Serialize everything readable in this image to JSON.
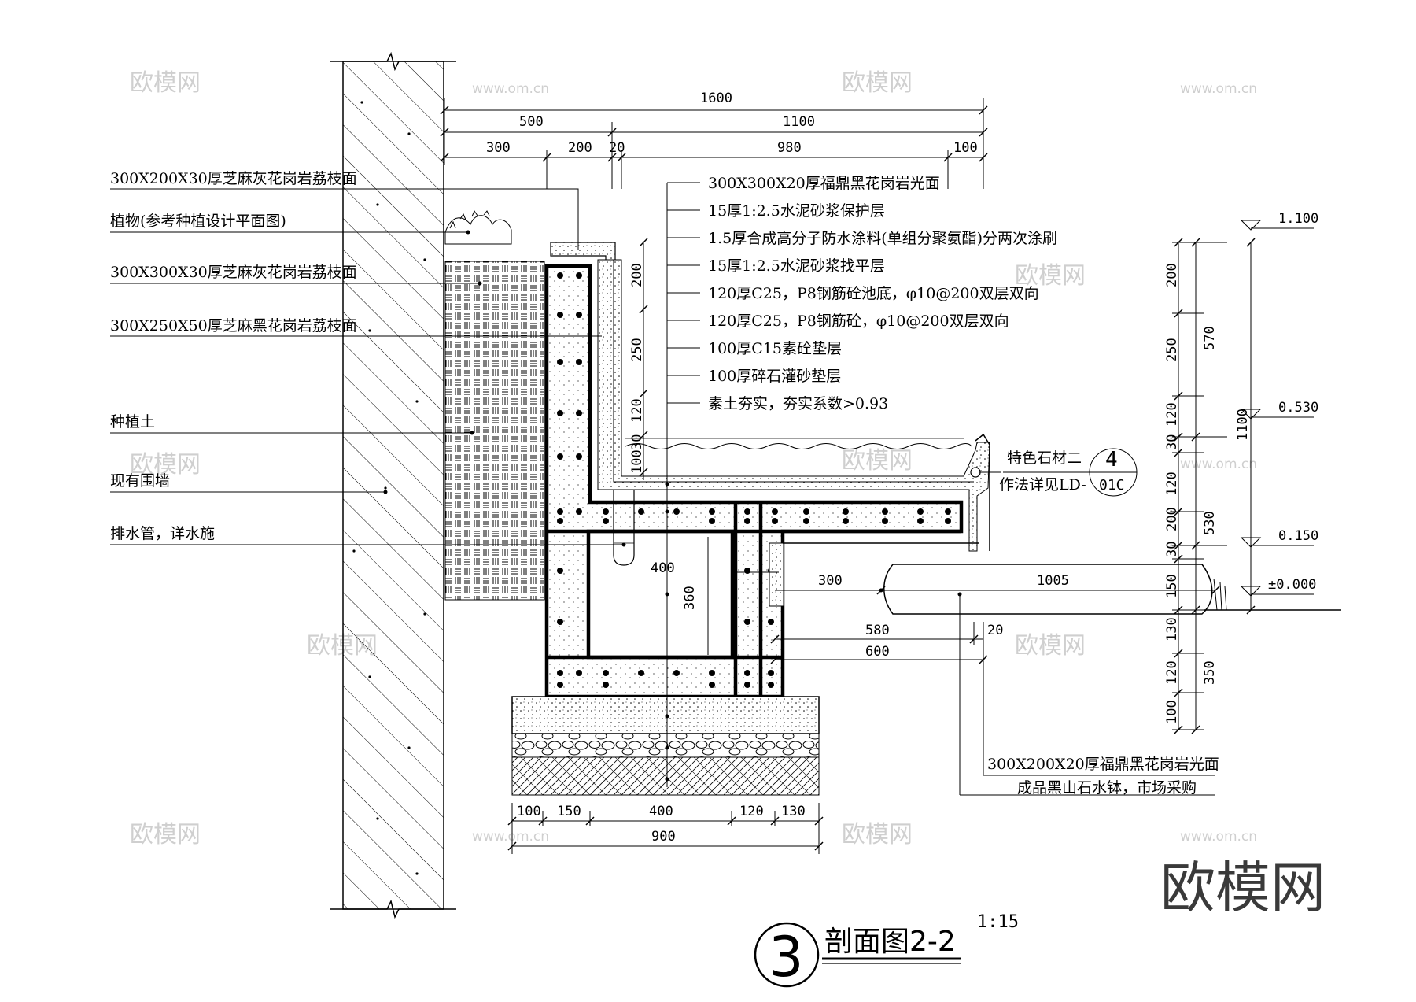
{
  "title": {
    "number": "3",
    "text": "剖面图2-2",
    "scale": "1:15"
  },
  "left_labels": [
    "300X200X30厚芝麻灰花岗岩荔枝面",
    "植物(参考种植设计平面图)",
    "300X300X30厚芝麻灰花岗岩荔枝面",
    "300X250X50厚芝麻黑花岗岩荔枝面",
    "种植土",
    "现有围墙",
    "排水管，详水施"
  ],
  "layer_labels": [
    "300X300X20厚福鼎黑花岗岩光面",
    "15厚1:2.5水泥砂浆保护层",
    "1.5厚合成高分子防水涂料(单组分聚氨酯)分两次涂刷",
    "15厚1:2.5水泥砂浆找平层",
    "120厚C25，P8钢筋砼池底，φ10@200双层双向",
    "120厚C25，P8钢筋砼，φ10@200双层双向",
    "100厚C15素砼垫层",
    "100厚碎石灌砂垫层",
    "素土夯实，夯实系数>0.93"
  ],
  "right_labels": {
    "stone_line1": "特色石材二",
    "stone_line2": "作法详见LD-",
    "detail_no": "4",
    "detail_sheet": "01C",
    "bottom1": "300X200X20厚福鼎黑花岗岩光面",
    "bottom2": "成品黑山石水钵，市场采购"
  },
  "dimensions_top": {
    "total": "1600",
    "left": "500",
    "right": "1100",
    "d1": "300",
    "d2": "200",
    "d3": "20",
    "d4": "980",
    "d5": "100"
  },
  "dimensions_inner": {
    "v200": "200",
    "v250": "250",
    "v120": "120",
    "v30": "30",
    "v100": "100",
    "box_w": "400",
    "box_h": "360",
    "d300": "300",
    "d1005": "1005",
    "d580": "580",
    "d600": "600",
    "d20": "20"
  },
  "dimensions_bottom": [
    "100",
    "150",
    "400",
    "120",
    "130"
  ],
  "dimension_bottom_total": "900",
  "elevations": [
    "1.100",
    "0.530",
    "0.150",
    "±0.000"
  ],
  "dimensions_right": [
    "200",
    "250",
    "120",
    "30",
    "120",
    "200",
    "30",
    "150",
    "130",
    "120",
    "100"
  ],
  "dimensions_right_totals": [
    "570",
    "1100",
    "530",
    "350"
  ],
  "watermark": {
    "brand": "欧模网",
    "url": "www.om.cn"
  }
}
